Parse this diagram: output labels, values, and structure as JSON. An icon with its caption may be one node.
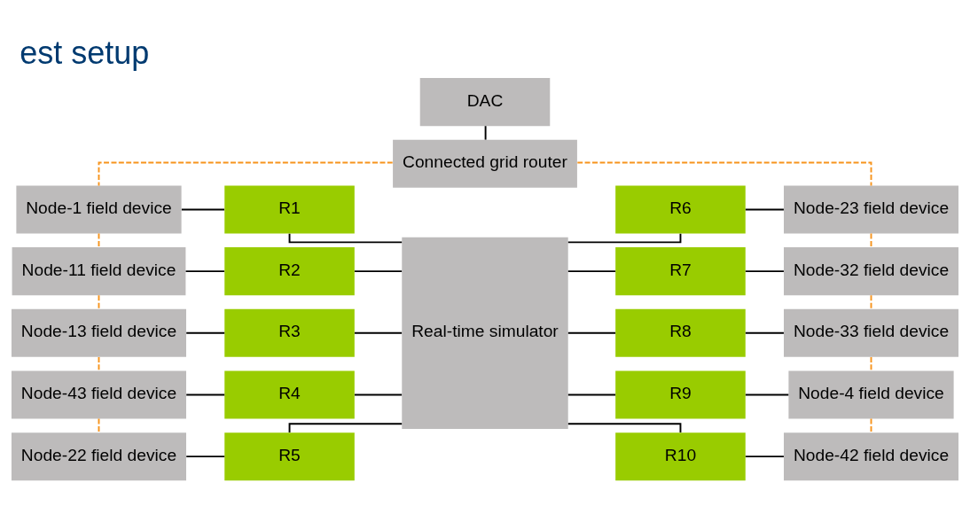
{
  "diagram": {
    "title": "est setup",
    "nodes": [
      {
        "text": [
          "DAC"
        ]
      },
      {
        "text": [
          "Connected grid router"
        ]
      },
      {
        "text": [
          "Node-1 field device"
        ]
      },
      {
        "text": [
          "R1"
        ]
      },
      {
        "text": [
          "Real-time simulator"
        ]
      },
      {
        "text": [
          "R6"
        ]
      },
      {
        "text": [
          "Node-23 field device"
        ]
      },
      {
        "text": [
          "Node-11 field device"
        ]
      },
      {
        "text": [
          "R2"
        ]
      },
      {
        "text": [
          "R7"
        ]
      },
      {
        "text": [
          "Node-32 field device"
        ]
      },
      {
        "text": [
          "Node-13 field device"
        ]
      },
      {
        "text": [
          "R3"
        ]
      },
      {
        "text": [
          "R8"
        ]
      },
      {
        "text": [
          "Node-33 field device"
        ]
      },
      {
        "text": [
          "Node-43 field device"
        ]
      },
      {
        "text": [
          "R4"
        ]
      },
      {
        "text": [
          "R9"
        ]
      },
      {
        "text": [
          "Node-4 field device"
        ]
      },
      {
        "text": [
          "Node-22 field device"
        ]
      },
      {
        "text": [
          "R5"
        ]
      },
      {
        "text": [
          "R10"
        ]
      },
      {
        "text": [
          "Node-42 field device"
        ]
      }
    ],
    "edges": [
      {
        "from": 0,
        "to": 1,
        "arrow": "none"
      },
      {
        "from": 1,
        "to": 2,
        "arrow": "none",
        "style": "dashed",
        "color": "#f7941d"
      },
      {
        "from": 1,
        "to": 6,
        "arrow": "none",
        "style": "dashed",
        "color": "#f7941d"
      },
      {
        "from": 2,
        "to": 7,
        "arrow": "none",
        "style": "dashed",
        "color": "#f7941d"
      },
      {
        "from": 7,
        "to": 11,
        "arrow": "none",
        "style": "dashed",
        "color": "#f7941d"
      },
      {
        "from": 11,
        "to": 15,
        "arrow": "none",
        "style": "dashed",
        "color": "#f7941d"
      },
      {
        "from": 15,
        "to": 19,
        "arrow": "none",
        "style": "dashed",
        "color": "#f7941d"
      },
      {
        "from": 6,
        "to": 10,
        "arrow": "none",
        "style": "dashed",
        "color": "#f7941d"
      },
      {
        "from": 10,
        "to": 14,
        "arrow": "none",
        "style": "dashed",
        "color": "#f7941d"
      },
      {
        "from": 14,
        "to": 18,
        "arrow": "none",
        "style": "dashed",
        "color": "#f7941d"
      },
      {
        "from": 18,
        "to": 22,
        "arrow": "none",
        "style": "dashed",
        "color": "#f7941d"
      },
      {
        "from": 2,
        "to": 3,
        "arrow": "none"
      },
      {
        "from": 3,
        "to": 4,
        "arrow": "none"
      },
      {
        "from": 4,
        "to": 5,
        "arrow": "none"
      },
      {
        "from": 5,
        "to": 6,
        "arrow": "none"
      },
      {
        "from": 7,
        "to": 8,
        "arrow": "none"
      },
      {
        "from": 8,
        "to": 4,
        "arrow": "none"
      },
      {
        "from": 4,
        "to": 9,
        "arrow": "none"
      },
      {
        "from": 9,
        "to": 10,
        "arrow": "none"
      },
      {
        "from": 11,
        "to": 12,
        "arrow": "none"
      },
      {
        "from": 12,
        "to": 4,
        "arrow": "none"
      },
      {
        "from": 4,
        "to": 13,
        "arrow": "none"
      },
      {
        "from": 13,
        "to": 14,
        "arrow": "none"
      },
      {
        "from": 15,
        "to": 16,
        "arrow": "none"
      },
      {
        "from": 16,
        "to": 4,
        "arrow": "none"
      },
      {
        "from": 4,
        "to": 17,
        "arrow": "none"
      },
      {
        "from": 17,
        "to": 18,
        "arrow": "none"
      },
      {
        "from": 19,
        "to": 20,
        "arrow": "none"
      },
      {
        "from": 20,
        "to": 4,
        "arrow": "none"
      },
      {
        "from": 4,
        "to": 21,
        "arrow": "none"
      },
      {
        "from": 21,
        "to": 22,
        "arrow": "none"
      }
    ]
  }
}
